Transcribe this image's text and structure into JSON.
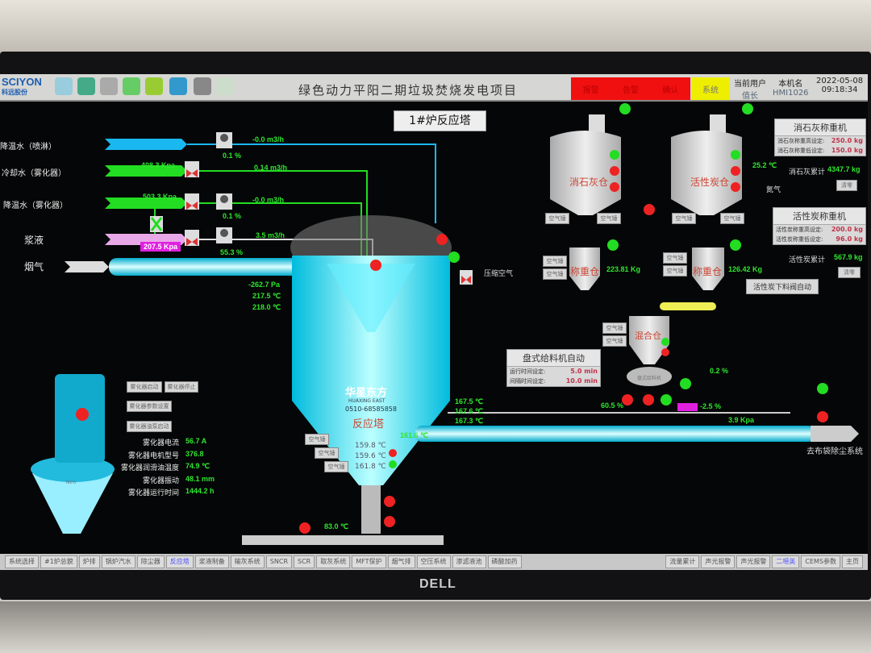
{
  "topbar": {
    "brand": "SCIYON",
    "brand_sub": "科远股份",
    "title": "绿色动力平阳二期垃圾焚烧发电项目",
    "alarms": [
      "报警",
      "告警",
      "确认"
    ],
    "system_btn": "系统",
    "user_label": "当前用户",
    "user": "值长",
    "host_label": "本机名",
    "host": "HMI1026",
    "date": "2022-05-08",
    "time": "09:18:34"
  },
  "page_title": "1#炉反应塔",
  "lines": {
    "spray_water": "降温水（喷淋）",
    "cool_water": "冷却水（雾化器）",
    "temp_water": "降温水（雾化器）",
    "slurry": "浆液",
    "flue_gas": "烟气",
    "compressed_air": "压缩空气",
    "nitrogen": "氮气"
  },
  "values": {
    "spray_flow": "-0.0 m3/h",
    "spray_valve": "0.1 %",
    "cool_press": "408.3 Kpa",
    "cool_flow": "0.14 m3/h",
    "temp_press": "503.3 Kpa",
    "temp_flow": "-0.0 m3/h",
    "temp_valve": "0.1 %",
    "slurry_press": "207.5 Kpa",
    "slurry_flow": "3.5 m3/h",
    "slurry_valve": "55.3 %",
    "inlet_press": "-262.7 Pa",
    "inlet_t1": "217.5 ℃",
    "inlet_t2": "218.0 ℃",
    "out_t1": "167.5 ℃",
    "out_t2": "167.6 ℃",
    "out_t3": "167.3 ℃",
    "cone_t0": "161.6 ℃",
    "cone_t1": "159.8 ℃",
    "cone_t2": "159.6 ℃",
    "cone_t3": "161.8 ℃",
    "bottom_t": "83.0 ℃",
    "silo_temp": "25.2 ℃",
    "lime_weigh": "223.81 Kg",
    "carbon_weigh": "126.42 Kg",
    "feeder_pct": "60.5 %",
    "valve_pct1": "0.2 %",
    "valve_pct2": "-2.5 %",
    "duct_press": "3.9 Kpa"
  },
  "reactor": {
    "label": "反应塔",
    "logo": "华星东方",
    "logo_en": "HUAXING EAST",
    "phone": "0510-68585858"
  },
  "tanks": {
    "lime": "消石灰仓",
    "carbon": "活性炭仓",
    "weigh": "称重仓",
    "mix": "混合仓",
    "feeder": "盘式给料机"
  },
  "air_hammer": "空气锤",
  "outlet": "去布袋除尘系统",
  "lime_scale": {
    "title": "消石灰称重机",
    "high_label": "消石灰称重高设定:",
    "high": "250.0 kg",
    "low_label": "消石灰称重低设定:",
    "low": "150.0 kg",
    "total_label": "消石灰累计",
    "total": "4347.7 kg",
    "reset": "清零"
  },
  "carbon_scale": {
    "title": "活性炭称重机",
    "high_label": "活性炭称重高设定:",
    "high": "200.0 kg",
    "low_label": "活性炭称重低设定:",
    "low": "96.0 kg",
    "total_label": "活性炭累计",
    "total": "567.9 kg",
    "reset": "清零",
    "valve_auto": "活性炭下料阀自动"
  },
  "feeder_panel": {
    "title": "盘式给料机自动",
    "run_label": "运行时间设定:",
    "run": "5.0 min",
    "gap_label": "间隔时间设定:",
    "gap": "10.0 min"
  },
  "atomizer": {
    "buttons": [
      "雾化器启动",
      "雾化器停止",
      "雾化器参数设置",
      "雾化器油泵启动"
    ],
    "params": [
      {
        "label": "雾化器电流",
        "value": "56.7 A"
      },
      {
        "label": "雾化器电机型号",
        "value": "376.8"
      },
      {
        "label": "雾化器润滑油温度",
        "value": "74.9 ℃"
      },
      {
        "label": "雾化器振动",
        "value": "48.1 mm"
      },
      {
        "label": "雾化器运行时间",
        "value": "1444.2 h"
      }
    ],
    "brand": "Niro"
  },
  "nav": {
    "left": [
      "系统选择",
      "#1炉总貌",
      "炉排",
      "锅炉汽水",
      "除尘器",
      "反应塔",
      "浆液制备",
      "输灰系统",
      "SNCR",
      "SCR",
      "取灰系统",
      "MFT保护",
      "烟气排",
      "空压系统",
      "渗滤液池",
      "磷酸加药"
    ],
    "active": 5,
    "right": [
      "流量累计",
      "声光报警",
      "声光报警",
      "二噁英",
      "CEMS参数",
      "主页"
    ]
  },
  "monitor_brand": "DELL",
  "colors": {
    "on": "#22dd22",
    "off": "#ee2222",
    "pipe_blue": "#1ab8f0",
    "pipe_green": "#22dd22",
    "pipe_pink": "#e8a8e8"
  }
}
